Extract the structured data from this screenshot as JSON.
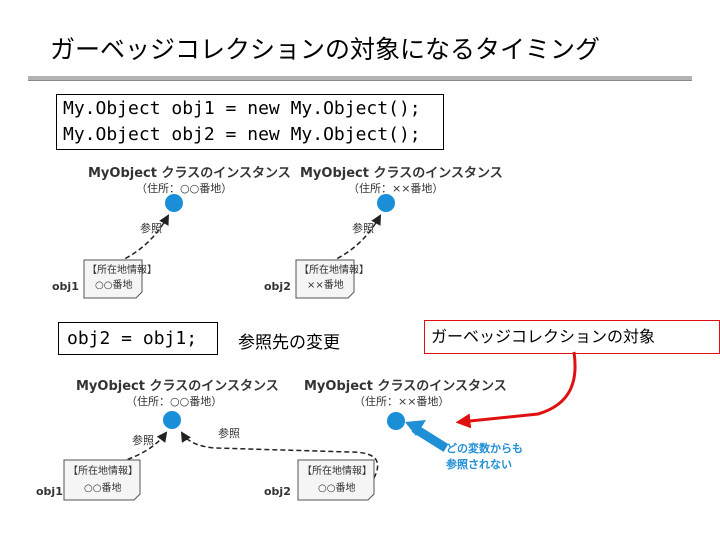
{
  "title": "ガーベッジコレクションの対象になるタイミング",
  "code_lines": [
    "My.Object obj1 = new My.Object();",
    "My.Object obj2 = new My.Object();"
  ],
  "assign_code": "obj2 = obj1;",
  "change_label": "参照先の変更",
  "gc_label": "ガーベッジコレクションの対象",
  "diagram_top": {
    "instance1": {
      "title": "MyObject クラスのインスタンス",
      "address": "（住所：○○番地）"
    },
    "instance2": {
      "title": "MyObject クラスのインスタンス",
      "address": "（住所：××番地）"
    },
    "ref_label1": "参照",
    "ref_label2": "参照",
    "var1": {
      "name": "obj1",
      "heading": "【所在地情報】",
      "value": "○○番地"
    },
    "var2": {
      "name": "obj2",
      "heading": "【所在地情報】",
      "value": "××番地"
    }
  },
  "diagram_bottom": {
    "instance1": {
      "title": "MyObject クラスのインスタンス",
      "address": "（住所：○○番地）"
    },
    "instance2": {
      "title": "MyObject クラスのインスタンス",
      "address": "（住所：××番地）"
    },
    "ref_label1": "参照",
    "ref_label2": "参照",
    "var1": {
      "name": "obj1",
      "heading": "【所在地情報】",
      "value": "○○番地"
    },
    "var2": {
      "name": "obj2",
      "heading": "【所在地情報】",
      "value": "○○番地"
    },
    "unreferenced_note": [
      "どの変数からも",
      "参照されない"
    ]
  },
  "colors": {
    "instance_dot": "#1a8fd8",
    "callout": "#1f8fd6",
    "gc_arrow": "#e01010",
    "paper_fill": "#f5f5f5"
  }
}
